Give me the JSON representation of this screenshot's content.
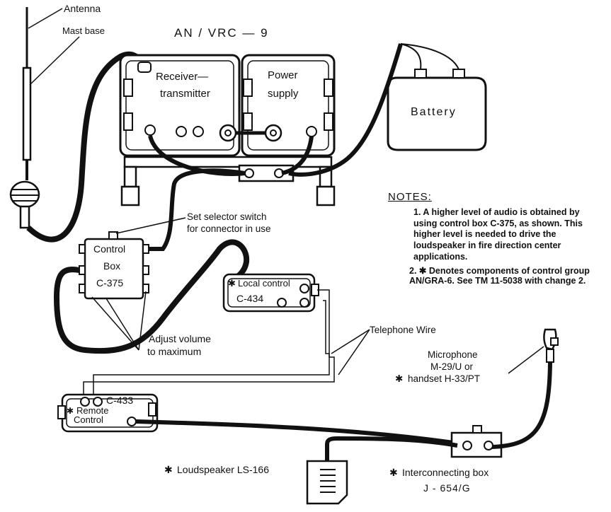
{
  "title": "AN / VRC — 9",
  "labels": {
    "antenna": "Antenna",
    "mast_base": "Mast base",
    "receiver_transmitter_1": "Receiver—",
    "receiver_transmitter_2": "transmitter",
    "power_supply_1": "Power",
    "power_supply_2": "supply",
    "battery": "Battery",
    "set_selector_1": "Set selector switch",
    "set_selector_2": "for connector in use",
    "control_box_1": "Control",
    "control_box_2": "Box",
    "control_box_3": "C-375",
    "local_control": "Local control",
    "local_control_model": "C-434",
    "adjust_volume_1": "Adjust volume",
    "adjust_volume_2": "to maximum",
    "telephone_wire": "Telephone Wire",
    "remote_model": "C-433",
    "remote_1": "Remote",
    "remote_2": "Control",
    "microphone_1": "Microphone",
    "microphone_2": "M-29/U or",
    "microphone_3": "handset H-33/PT",
    "loudspeaker": "Loudspeaker LS-166",
    "interconnecting_1": "Interconnecting box",
    "interconnecting_2": "J - 654/G",
    "asterisk": "✱"
  },
  "notes": {
    "heading": "NOTES:",
    "note1": "1. A higher level of audio is obtained by using control box C-375, as shown. This higher level is needed to drive the loudspeaker in fire direction center applications.",
    "note2": "2. ✱ Denotes components of control group AN/GRA-6. See TM 11-5038 with change 2."
  }
}
